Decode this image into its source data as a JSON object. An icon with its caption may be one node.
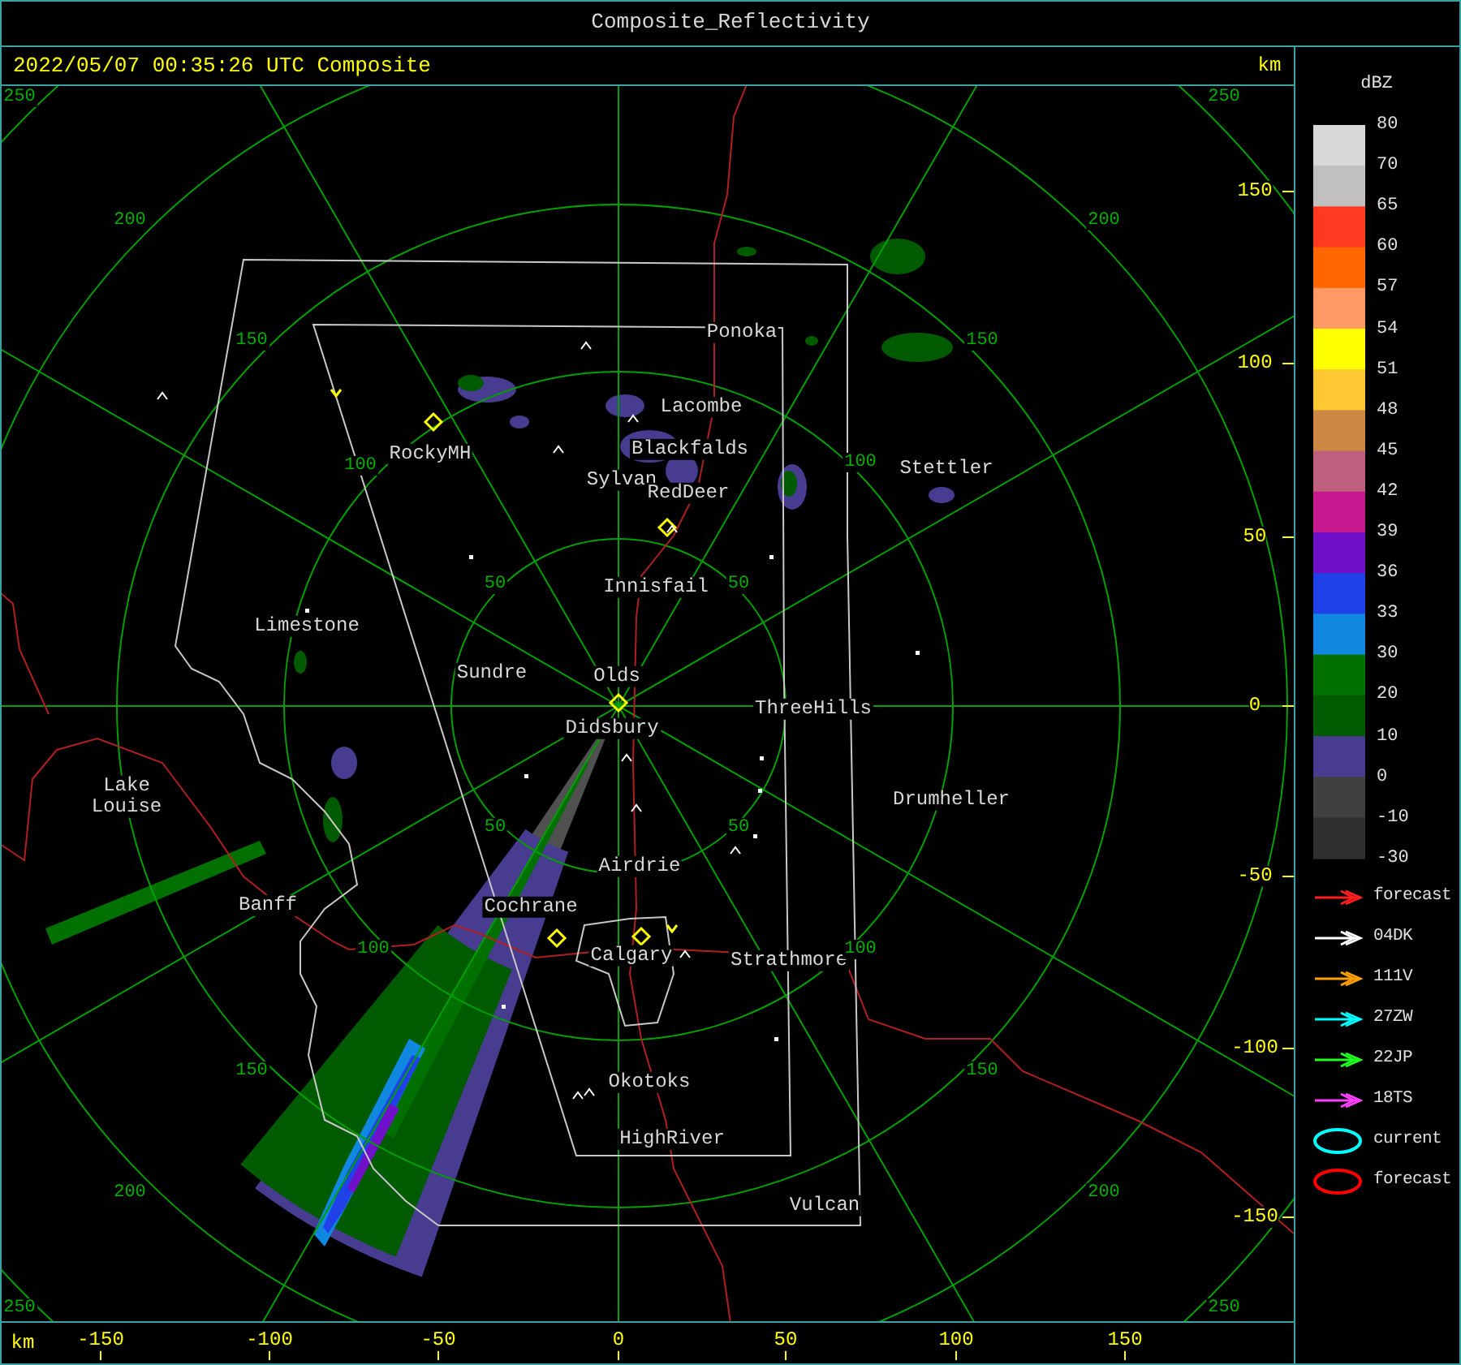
{
  "diagram": {
    "title": "Composite_Reflectivity",
    "labels": [
      "2022/05/07 00:35:26 UTC Composite",
      "km",
      "dBZ",
      "250",
      "250",
      "150",
      "200",
      "200",
      "150",
      "Ponoka",
      "150",
      "100",
      "Lacombe",
      "100",
      "RockyMH",
      "Blackfalds",
      "100",
      "Stettler",
      "Sylvan",
      "RedDeer",
      "50",
      "50",
      "Innisfail",
      "50",
      "Limestone",
      "Sundre",
      "Olds",
      "ThreeHills",
      "0",
      "Didsbury",
      "Lake Louise",
      "Drumheller",
      "50",
      "50",
      "Airdrie",
      "-50",
      "Banff",
      "Cochrane",
      "100",
      "Calgary",
      "Strathmore",
      "100",
      "150",
      "150",
      "-100",
      "Okotoks",
      "HighRiver",
      "200",
      "Vulcan",
      "200",
      "-150",
      "250",
      "250",
      "km",
      "-150",
      "-100",
      "-50",
      "0",
      "50",
      "100",
      "150",
      "-30"
    ],
    "legend": [
      {
        "text": "80",
        "color": "#d8d8d8"
      },
      {
        "text": "70",
        "color": "#c0c0c0"
      },
      {
        "text": "65",
        "color": "#ff3a20"
      },
      {
        "text": "60",
        "color": "#ff6600"
      },
      {
        "text": "57",
        "color": "#ff9966"
      },
      {
        "text": "54",
        "color": "#ffff00"
      },
      {
        "text": "51",
        "color": "#ffc833"
      },
      {
        "text": "48",
        "color": "#cc8844"
      },
      {
        "text": "45",
        "color": "#c06080"
      },
      {
        "text": "42",
        "color": "#c81890"
      },
      {
        "text": "39",
        "color": "#7010c8"
      },
      {
        "text": "36",
        "color": "#2040e8"
      },
      {
        "text": "33",
        "color": "#1088e0"
      },
      {
        "text": "30",
        "color": "#007000"
      },
      {
        "text": "20",
        "color": "#005a00"
      },
      {
        "text": "10",
        "color": "#483c90"
      },
      {
        "text": "0",
        "color": "#404040"
      },
      {
        "text": "-10",
        "color": "#303030"
      },
      {
        "text": "forecast"
      },
      {
        "text": "04DK"
      },
      {
        "text": "111V"
      },
      {
        "text": "27ZW"
      },
      {
        "text": "22JP"
      },
      {
        "text": "18TS"
      },
      {
        "text": "current"
      },
      {
        "text": "forecast"
      }
    ]
  }
}
